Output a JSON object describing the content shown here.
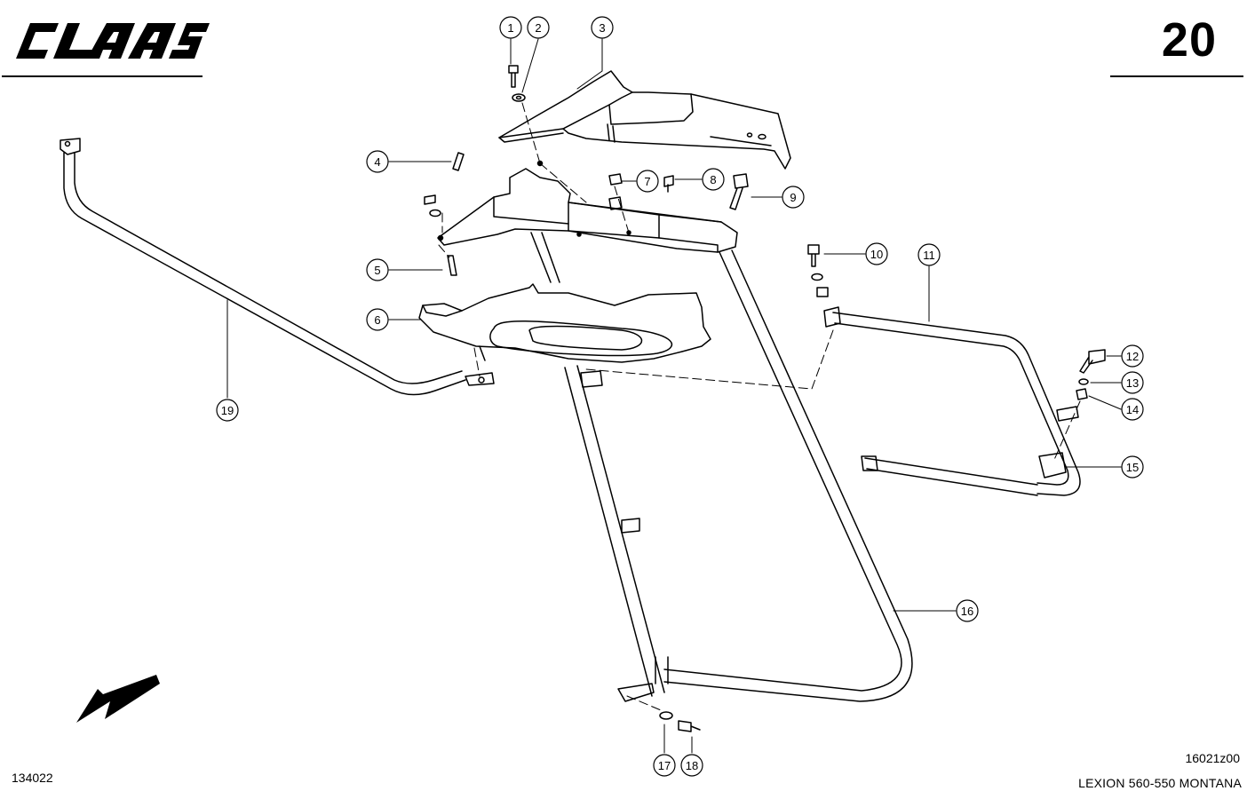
{
  "header": {
    "brand": "CLAAS",
    "page_number": "20"
  },
  "footer": {
    "document_id": "134022",
    "drawing_code": "16021z00",
    "model": "LEXION 560-550 MONTANA"
  },
  "callouts": [
    "1",
    "2",
    "3",
    "4",
    "5",
    "6",
    "7",
    "8",
    "9",
    "10",
    "11",
    "12",
    "13",
    "14",
    "15",
    "16",
    "17",
    "18",
    "19"
  ],
  "icons": {
    "direction_arrow": "arrow-down-left-icon"
  },
  "colors": {
    "ink": "#000000",
    "paper": "#ffffff"
  }
}
